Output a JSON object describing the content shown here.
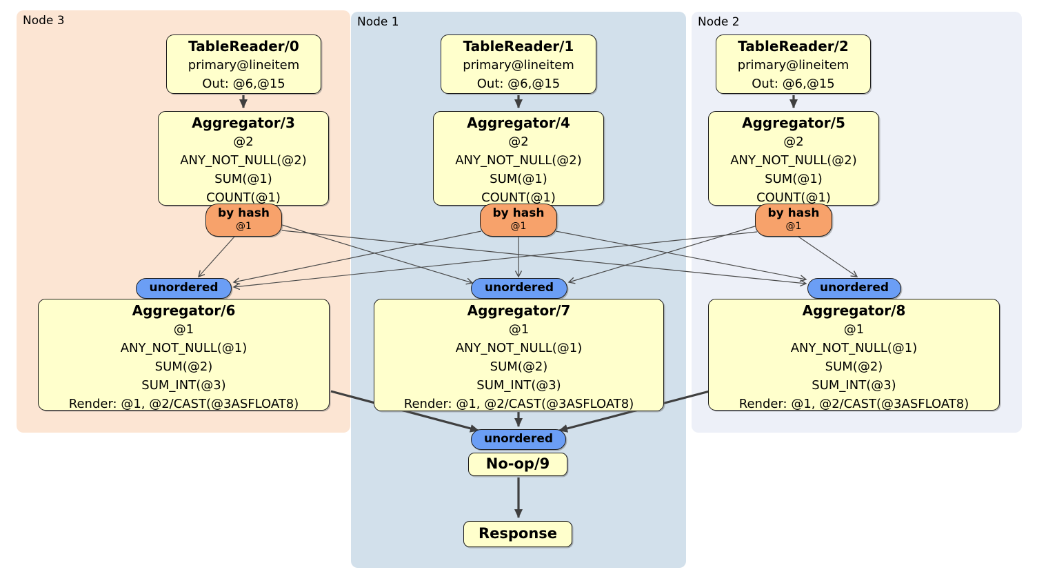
{
  "panels": {
    "node3": {
      "label": "Node 3"
    },
    "node1": {
      "label": "Node 1"
    },
    "node2": {
      "label": "Node 2"
    }
  },
  "nodes": {
    "tr0": {
      "title": "TableReader/0",
      "lines": [
        "primary@lineitem",
        "Out: @6,@15"
      ]
    },
    "tr1": {
      "title": "TableReader/1",
      "lines": [
        "primary@lineitem",
        "Out: @6,@15"
      ]
    },
    "tr2": {
      "title": "TableReader/2",
      "lines": [
        "primary@lineitem",
        "Out: @6,@15"
      ]
    },
    "agg3": {
      "title": "Aggregator/3",
      "lines": [
        "@2",
        "ANY_NOT_NULL(@2)",
        "SUM(@1)",
        "COUNT(@1)"
      ]
    },
    "agg4": {
      "title": "Aggregator/4",
      "lines": [
        "@2",
        "ANY_NOT_NULL(@2)",
        "SUM(@1)",
        "COUNT(@1)"
      ]
    },
    "agg5": {
      "title": "Aggregator/5",
      "lines": [
        "@2",
        "ANY_NOT_NULL(@2)",
        "SUM(@1)",
        "COUNT(@1)"
      ]
    },
    "bh3": {
      "title": "by hash",
      "sub": "@1"
    },
    "bh4": {
      "title": "by hash",
      "sub": "@1"
    },
    "bh5": {
      "title": "by hash",
      "sub": "@1"
    },
    "u6": {
      "label": "unordered"
    },
    "u7": {
      "label": "unordered"
    },
    "u8": {
      "label": "unordered"
    },
    "agg6": {
      "title": "Aggregator/6",
      "lines": [
        "@1",
        "ANY_NOT_NULL(@1)",
        "SUM(@2)",
        "SUM_INT(@3)",
        "Render: @1, @2/CAST(@3ASFLOAT8)"
      ]
    },
    "agg7": {
      "title": "Aggregator/7",
      "lines": [
        "@1",
        "ANY_NOT_NULL(@1)",
        "SUM(@2)",
        "SUM_INT(@3)",
        "Render: @1, @2/CAST(@3ASFLOAT8)"
      ]
    },
    "agg8": {
      "title": "Aggregator/8",
      "lines": [
        "@1",
        "ANY_NOT_NULL(@1)",
        "SUM(@2)",
        "SUM_INT(@3)",
        "Render: @1, @2/CAST(@3ASFLOAT8)"
      ]
    },
    "ub": {
      "label": "unordered"
    },
    "noop": {
      "title": "No-op/9"
    },
    "resp": {
      "title": "Response"
    }
  },
  "colors": {
    "panel_node3": "#FCE5D3",
    "panel_node1": "#D2E0EB",
    "panel_node2": "#EDF0F8",
    "process_box": "#FFFFCC",
    "hash_router_oval": "#F7A26B",
    "unordered_sync_oval": "#6B9EF5",
    "edge": "#3F3F3F"
  }
}
